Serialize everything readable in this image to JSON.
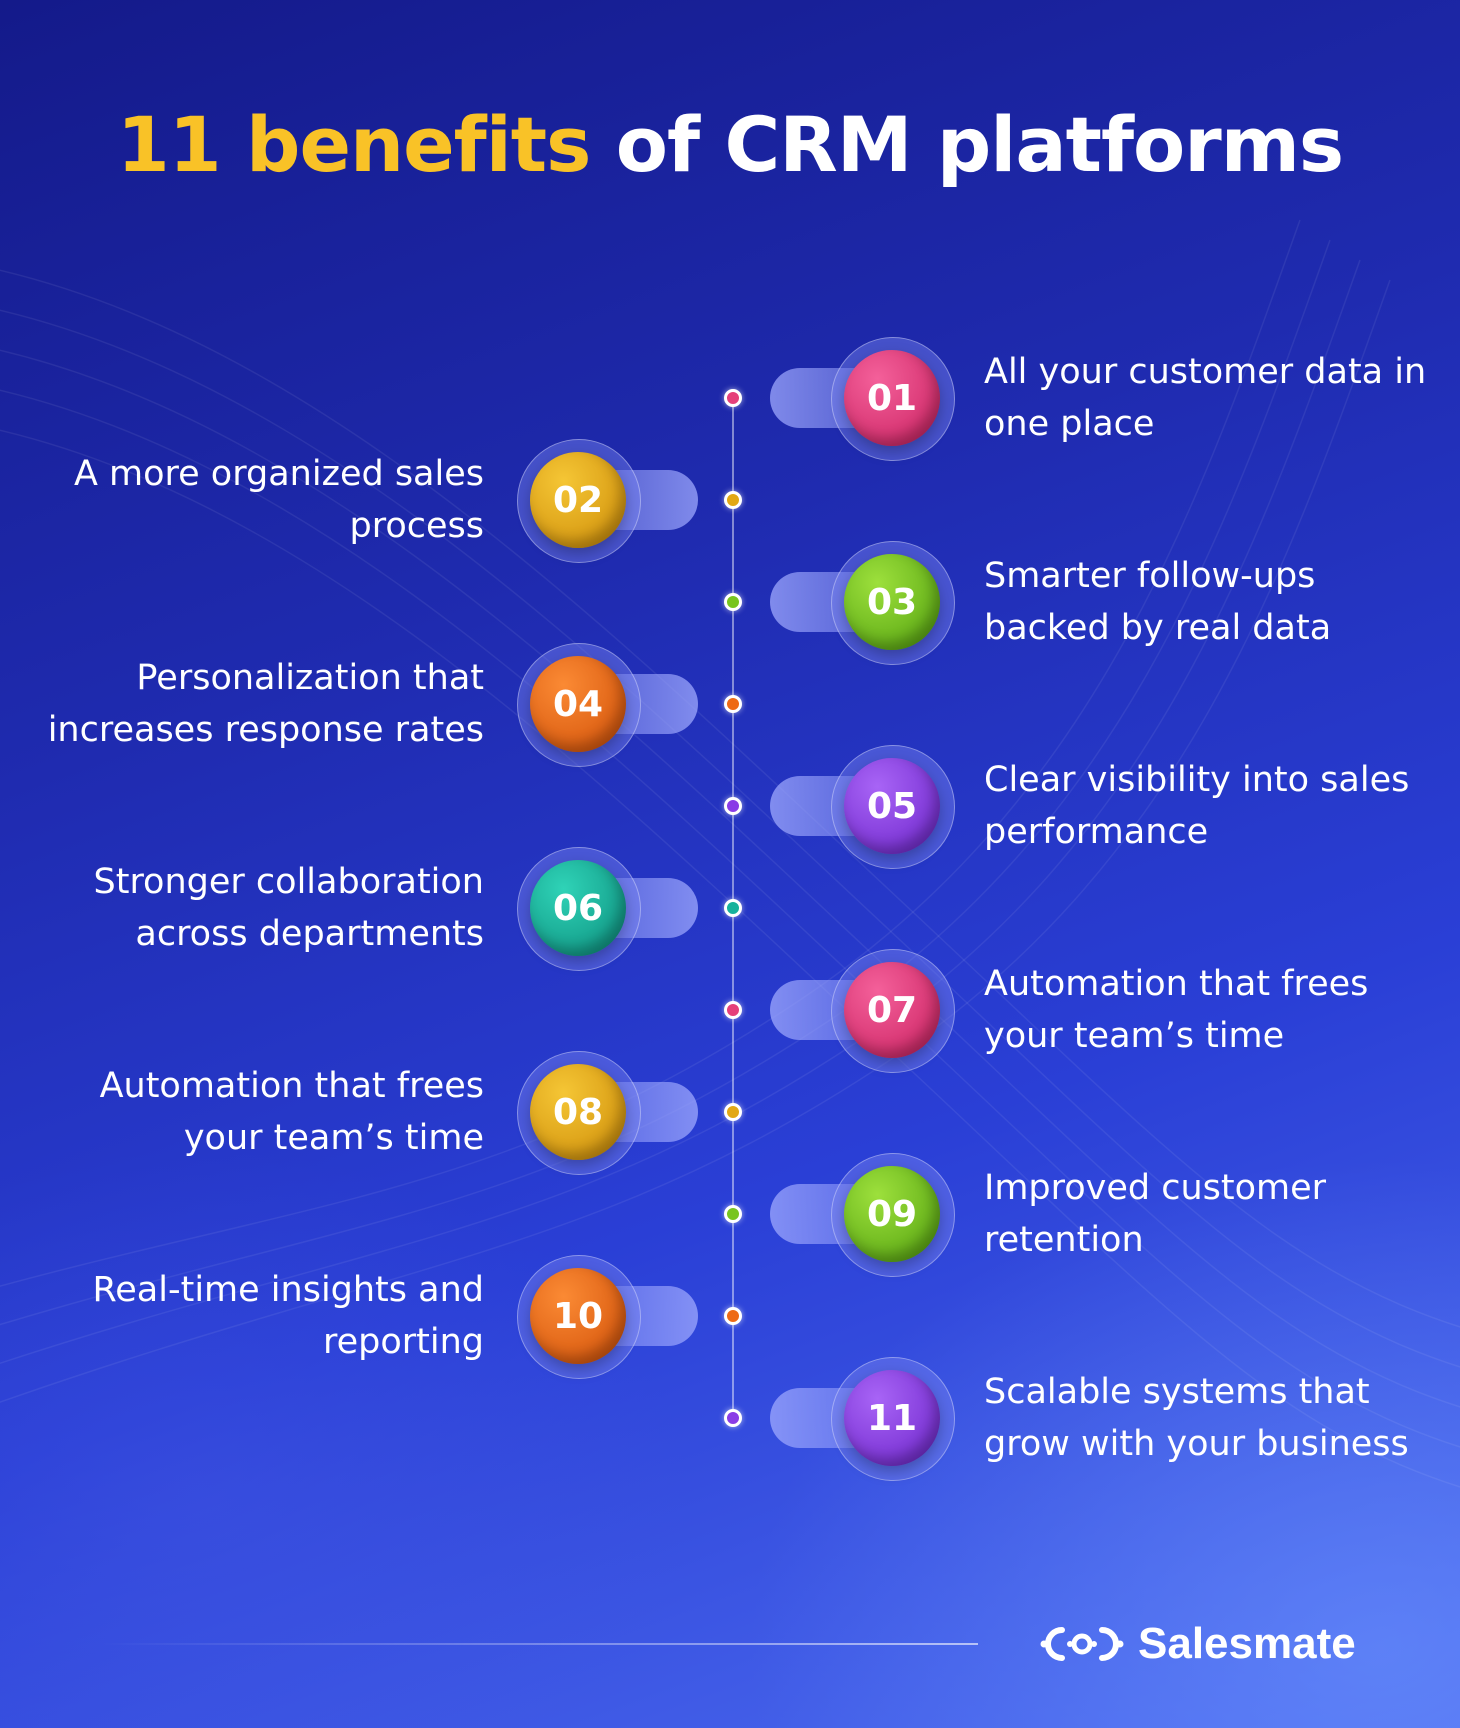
{
  "title": {
    "highlight": "11 benefits",
    "rest": " of CRM platforms"
  },
  "colors": {
    "pink": "#e5407a",
    "yellow": "#e2a814",
    "green": "#78c51e",
    "orange": "#ee6a14",
    "purple": "#8a3ce6",
    "teal": "#17b29c",
    "title_highlight": "#f9c227"
  },
  "benefits": [
    {
      "number": "01",
      "text": "All your customer data in one place",
      "side": "right",
      "color": "pink"
    },
    {
      "number": "02",
      "text": "A more organized sales process",
      "side": "left",
      "color": "yellow"
    },
    {
      "number": "03",
      "text": "Smarter follow-ups backed by real data",
      "side": "right",
      "color": "green"
    },
    {
      "number": "04",
      "text": "Personalization that increases response rates",
      "side": "left",
      "color": "orange"
    },
    {
      "number": "05",
      "text": "Clear visibility into sales performance",
      "side": "right",
      "color": "purple"
    },
    {
      "number": "06",
      "text": "Stronger collaboration across departments",
      "side": "left",
      "color": "teal"
    },
    {
      "number": "07",
      "text": "Automation that frees your team’s time",
      "side": "right",
      "color": "pink"
    },
    {
      "number": "08",
      "text": "Automation that frees your team’s time",
      "side": "left",
      "color": "yellow"
    },
    {
      "number": "09",
      "text": "Improved customer retention",
      "side": "right",
      "color": "green"
    },
    {
      "number": "10",
      "text": "Real-time insights and reporting",
      "side": "left",
      "color": "orange"
    },
    {
      "number": "11",
      "text": "Scalable systems that grow with your business",
      "side": "right",
      "color": "purple"
    }
  ],
  "brand": {
    "name": "Salesmate",
    "logo_icon": "salesmate-logo-icon"
  }
}
